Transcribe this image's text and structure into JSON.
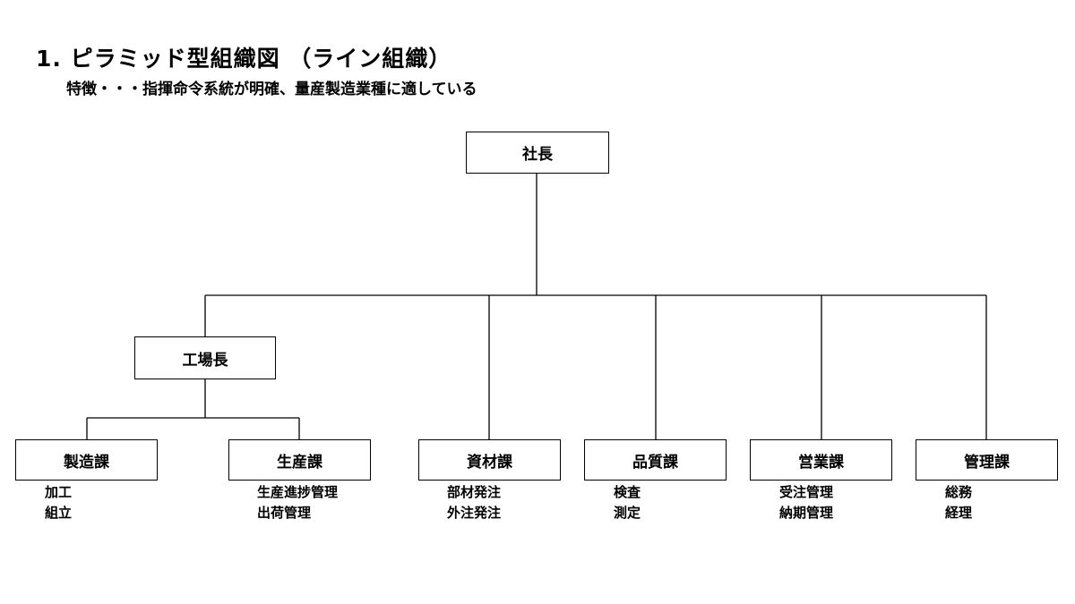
{
  "title": "1. ピラミッド型組織図 （ライン組織）",
  "subtitle": "特徴・・・指揮命令系統が明確、量産製造業種に適している",
  "org": {
    "president": {
      "label": "社長"
    },
    "factory_manager": {
      "label": "工場長"
    },
    "departments": [
      {
        "label": "製造課",
        "duties": [
          "加工",
          "組立"
        ]
      },
      {
        "label": "生産課",
        "duties": [
          "生産進捗管理",
          "出荷管理"
        ]
      },
      {
        "label": "資材課",
        "duties": [
          "部材発注",
          "外注発注"
        ]
      },
      {
        "label": "品質課",
        "duties": [
          "検査",
          "測定"
        ]
      },
      {
        "label": "営業課",
        "duties": [
          "受注管理",
          "納期管理"
        ]
      },
      {
        "label": "管理課",
        "duties": [
          "総務",
          "経理"
        ]
      }
    ]
  }
}
